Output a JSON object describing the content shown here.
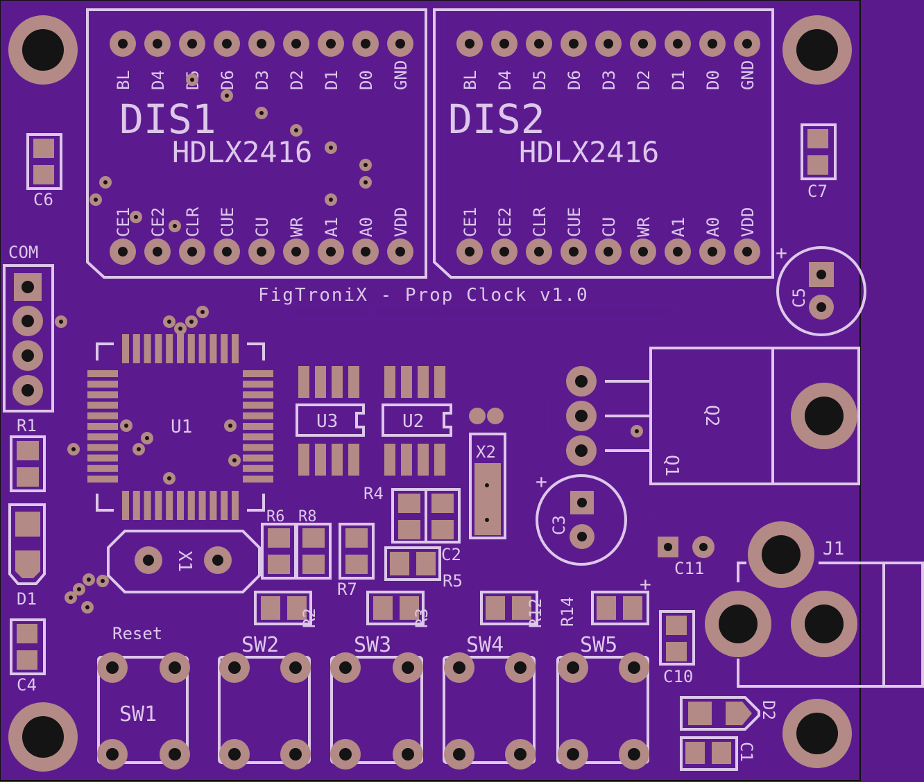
{
  "board": {
    "title": "FigTroniX - Prop Clock v1.0",
    "colors": {
      "substrate": "#5a1a8c",
      "silkscreen": "#ddc7ea",
      "copper_pad": "#b38a85",
      "drill": "#141414"
    }
  },
  "displays": [
    {
      "ref": "DIS1",
      "part": "HDLX2416",
      "top_pins": [
        "BL",
        "D4",
        "D5",
        "D6",
        "D3",
        "D2",
        "D1",
        "D0",
        "GND"
      ],
      "bottom_pins": [
        "CE1",
        "CE2",
        "CLR",
        "CUE",
        "CU",
        "WR",
        "A1",
        "A0",
        "VDD"
      ]
    },
    {
      "ref": "DIS2",
      "part": "HDLX2416",
      "top_pins": [
        "BL",
        "D4",
        "D5",
        "D6",
        "D3",
        "D2",
        "D1",
        "D0",
        "GND"
      ],
      "bottom_pins": [
        "CE1",
        "CE2",
        "CLR",
        "CUE",
        "CU",
        "WR",
        "A1",
        "A0",
        "VDD"
      ]
    }
  ],
  "labels": {
    "com": "COM",
    "u1": "U1",
    "u2": "U2",
    "u3": "U3",
    "x1": "X1",
    "x2": "X2",
    "q1": "Q1",
    "q2": "Q2",
    "j1": "J1",
    "reset": "Reset",
    "sw1": "SW1",
    "sw2": "SW2",
    "sw3": "SW3",
    "sw4": "SW4",
    "sw5": "SW5",
    "r1": "R1",
    "r2": "R2",
    "r3": "R3",
    "r4": "R4",
    "r5": "R5",
    "r6": "R6",
    "r7": "R7",
    "r8": "R8",
    "r12": "R12",
    "r14": "R14",
    "c1": "C1",
    "c2": "C2",
    "c3": "C3",
    "c4": "C4",
    "c5": "C5",
    "c6": "C6",
    "c7": "C7",
    "c10": "C10",
    "c11": "C11",
    "d1": "D1",
    "d2": "D2",
    "plus": "+"
  }
}
